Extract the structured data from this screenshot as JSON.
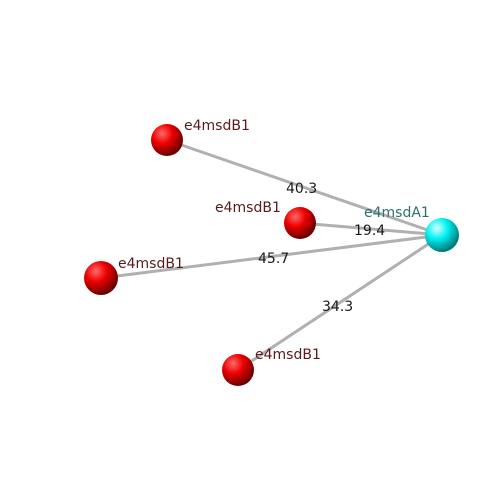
{
  "graph": {
    "hub": {
      "id": "hub",
      "label": "e4msdA1",
      "color": "#00ffff",
      "label_color": "#2e6f73"
    },
    "nodes": [
      {
        "id": "b1",
        "label": "e4msdB1",
        "color": "#ff0000",
        "label_color": "#5a1a1a"
      },
      {
        "id": "b2",
        "label": "e4msdB1",
        "color": "#ff0000",
        "label_color": "#5a1a1a"
      },
      {
        "id": "b3",
        "label": "e4msdB1",
        "color": "#ff0000",
        "label_color": "#5a1a1a"
      },
      {
        "id": "b4",
        "label": "e4msdB1",
        "color": "#ff0000",
        "label_color": "#5a1a1a"
      }
    ],
    "edges": [
      {
        "from": "b1",
        "to": "hub",
        "label": "40.3"
      },
      {
        "from": "b2",
        "to": "hub",
        "label": "19.4"
      },
      {
        "from": "b3",
        "to": "hub",
        "label": "45.7"
      },
      {
        "from": "b4",
        "to": "hub",
        "label": "34.3"
      }
    ],
    "edge_color": "#b0b0b0"
  }
}
